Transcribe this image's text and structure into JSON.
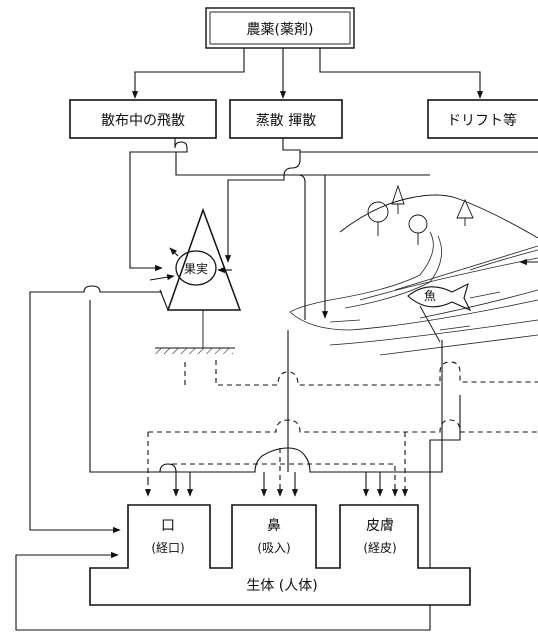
{
  "source": {
    "title": "農薬(薬剤)"
  },
  "pathways": {
    "spray_drift": "散布中の飛散",
    "evaporation": "蒸散 揮散",
    "drift_etc": "ドリフト等"
  },
  "crop": {
    "fruit_label": "果実"
  },
  "fish": {
    "label": "魚"
  },
  "organs": {
    "mouth": {
      "name": "口",
      "route": "(経口)"
    },
    "nose": {
      "name": "鼻",
      "route": "(吸入)"
    },
    "skin": {
      "name": "皮膚",
      "route": "(経皮)"
    }
  },
  "body": {
    "label": "生体 (人体)"
  }
}
